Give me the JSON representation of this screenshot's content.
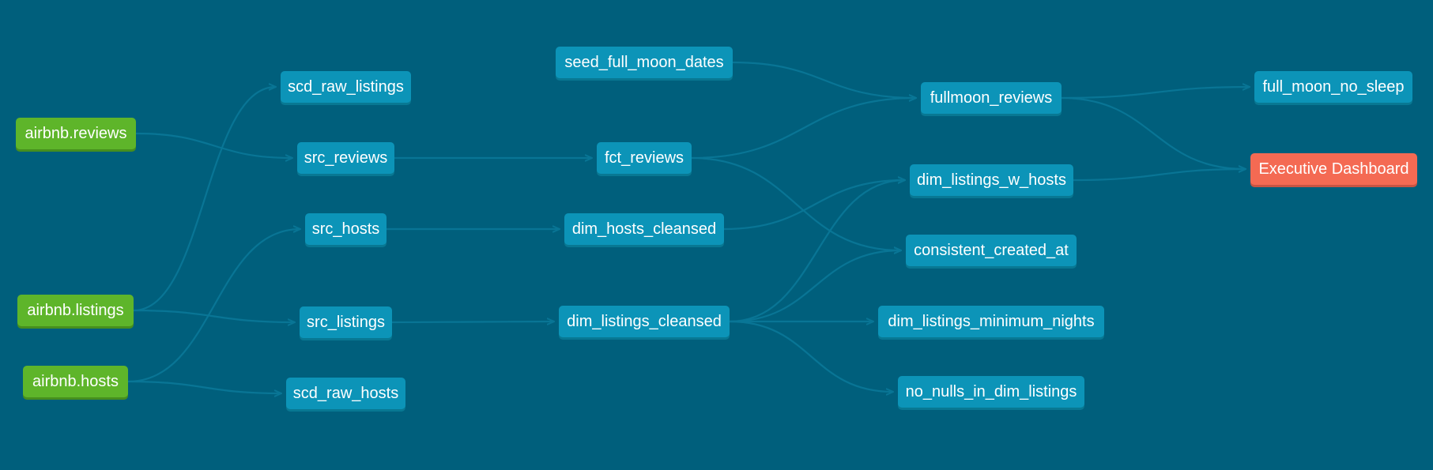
{
  "colors": {
    "background": "#005f7c",
    "source_node": "#5eb52a",
    "model_node": "#0c94b8",
    "exposure_node": "#f46a53",
    "edge": "#0a7797"
  },
  "nodes": {
    "airbnb_reviews": "airbnb.reviews",
    "airbnb_listings": "airbnb.listings",
    "airbnb_hosts": "airbnb.hosts",
    "scd_raw_listings": "scd_raw_listings",
    "src_reviews": "src_reviews",
    "src_hosts": "src_hosts",
    "src_listings": "src_listings",
    "scd_raw_hosts": "scd_raw_hosts",
    "seed_full_moon_dates": "seed_full_moon_dates",
    "fct_reviews": "fct_reviews",
    "dim_hosts_cleansed": "dim_hosts_cleansed",
    "dim_listings_cleansed": "dim_listings_cleansed",
    "fullmoon_reviews": "fullmoon_reviews",
    "dim_listings_w_hosts": "dim_listings_w_hosts",
    "consistent_created_at": "consistent_created_at",
    "dim_listings_minimum_nights": "dim_listings_minimum_nights",
    "no_nulls_in_dim_listings": "no_nulls_in_dim_listings",
    "full_moon_no_sleep": "full_moon_no_sleep",
    "executive_dashboard": "Executive Dashboard"
  },
  "edges": [
    [
      "airbnb_reviews",
      "src_reviews"
    ],
    [
      "airbnb_listings",
      "scd_raw_listings"
    ],
    [
      "airbnb_listings",
      "src_listings"
    ],
    [
      "airbnb_hosts",
      "src_hosts"
    ],
    [
      "airbnb_hosts",
      "scd_raw_hosts"
    ],
    [
      "src_reviews",
      "fct_reviews"
    ],
    [
      "src_hosts",
      "dim_hosts_cleansed"
    ],
    [
      "src_listings",
      "dim_listings_cleansed"
    ],
    [
      "seed_full_moon_dates",
      "fullmoon_reviews"
    ],
    [
      "fct_reviews",
      "fullmoon_reviews"
    ],
    [
      "fct_reviews",
      "consistent_created_at"
    ],
    [
      "dim_hosts_cleansed",
      "dim_listings_w_hosts"
    ],
    [
      "dim_listings_cleansed",
      "dim_listings_w_hosts"
    ],
    [
      "dim_listings_cleansed",
      "consistent_created_at"
    ],
    [
      "dim_listings_cleansed",
      "dim_listings_minimum_nights"
    ],
    [
      "dim_listings_cleansed",
      "no_nulls_in_dim_listings"
    ],
    [
      "fullmoon_reviews",
      "full_moon_no_sleep"
    ],
    [
      "fullmoon_reviews",
      "executive_dashboard"
    ],
    [
      "dim_listings_w_hosts",
      "executive_dashboard"
    ]
  ]
}
